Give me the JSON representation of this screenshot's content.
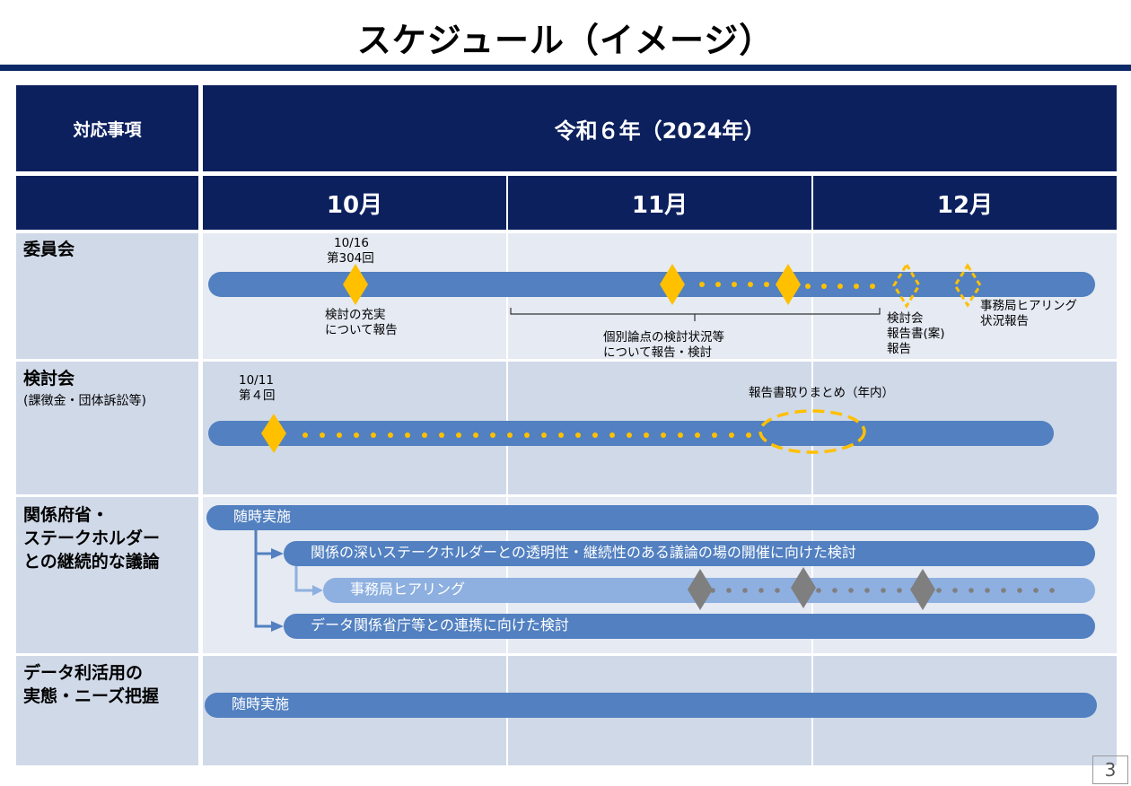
{
  "title": "スケジュール（イメージ）",
  "header": {
    "item_col": "対応事項",
    "year": "令和６年（2024年）",
    "months": [
      "10月",
      "11月",
      "12月"
    ]
  },
  "rows": {
    "committee": {
      "label": "委員会",
      "event1_date": "10/16",
      "event1_no": "第304回",
      "note1_line1": "検討の充実",
      "note1_line2": "について報告",
      "note2_line1": "個別論点の検討状況等",
      "note2_line2": "について報告・検討",
      "note3_line1": "検討会",
      "note3_line2": "報告書(案)",
      "note3_line3": "報告",
      "note4_line1": "事務局ヒアリング",
      "note4_line2": "状況報告"
    },
    "study": {
      "label": "検討会",
      "sublabel": "(課徴金・団体訴訟等)",
      "event1_date": "10/11",
      "event1_no": "第４回",
      "summary": "報告書取りまとめ（年内）"
    },
    "ministries": {
      "label_line1": "関係府省・",
      "label_line2": "ステークホルダー",
      "label_line3": "との継続的な議論",
      "bar1": "随時実施",
      "bar2": "関係の深いステークホルダーとの透明性・継続性のある議論の場の開催に向けた検討",
      "bar3": "事務局ヒアリング",
      "bar4": "データ関係省庁等との連携に向けた検討"
    },
    "data_use": {
      "label_line1": "データ利活用の",
      "label_line2": "実態・ニーズ把握",
      "bar1": "随時実施"
    }
  },
  "page_number": "3",
  "colors": {
    "navy": "#0c205e",
    "bar": "#5280c0",
    "bar_light": "#8eb0e0",
    "row_bg": "#d0d9e8",
    "diamond": "#ffc000",
    "diamond_gray": "#7f7f7f"
  }
}
